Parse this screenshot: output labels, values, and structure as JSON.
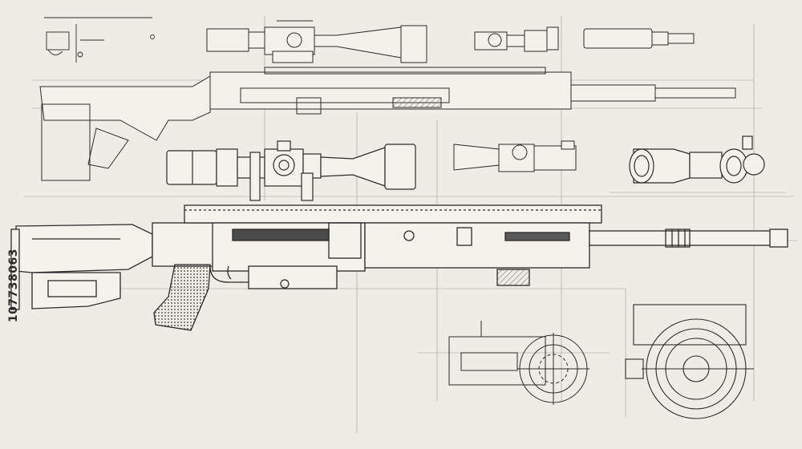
{
  "sheet": {
    "style": "hand-drawn technical sketch",
    "colors": {
      "paper": "#eeece5",
      "ink": "#2b2b2b",
      "light_ink": "#8a8a86",
      "grip": "#6e6e6a"
    },
    "side_id": "107738063",
    "components": [
      "main-rifle",
      "rifle-profile",
      "top-scope",
      "main-scope",
      "small-optic",
      "side-scope",
      "scope-barrel-view",
      "muzzle-device",
      "accessory-small",
      "ring-diagram-center",
      "ring-diagram-right",
      "small-detail-topleft"
    ]
  }
}
